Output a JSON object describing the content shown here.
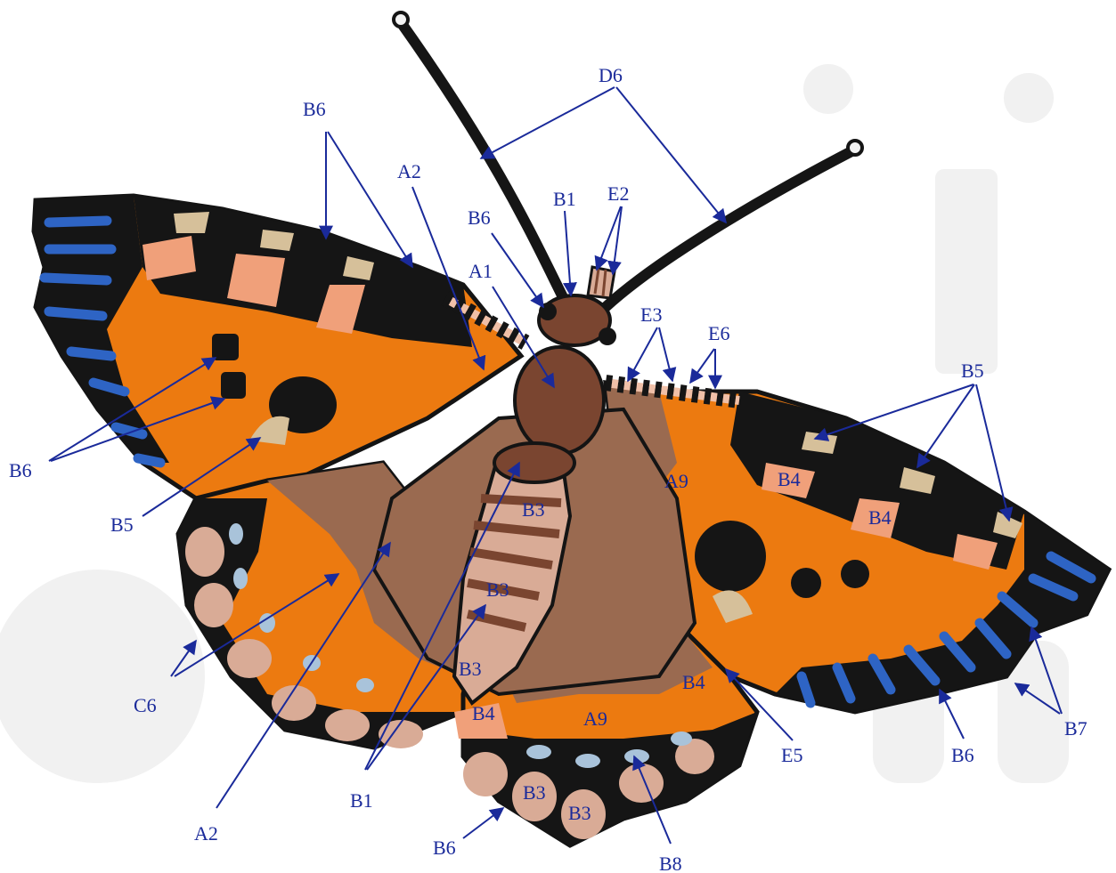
{
  "colors": {
    "annotation": "#1a2a9a",
    "outline": "#141414",
    "orange": "#ec7a10",
    "brown": "#9a6a50",
    "body": "#7a4530",
    "black": "#151515",
    "blue": "#2e64c4",
    "salmon": "#f0a07a",
    "pale": "#d9ab96",
    "lightblue": "#a9c3da",
    "gold": "#d6c09a",
    "watermark": "#f1f1f1"
  },
  "labels": {
    "d6_top": "D6",
    "b6_top": "B6",
    "a2_top": "A2",
    "b6_head": "B6",
    "b1_top": "B1",
    "e2": "E2",
    "a1": "A1",
    "e3": "E3",
    "e6": "E6",
    "b5_right": "B5",
    "b6_left": "B6",
    "b5_left": "B5",
    "a9_right": "A9",
    "b4_r1": "B4",
    "b4_r2": "B4",
    "b3_a": "B3",
    "b3_b": "B3",
    "b3_c": "B3",
    "b4_mid": "B4",
    "b4_center": "B4",
    "a9_bottom": "A9",
    "c6": "C6",
    "a2_bottom": "A2",
    "b1_bottom": "B1",
    "b3_d": "B3",
    "b3_e": "B3",
    "b6_bottom": "B6",
    "b8": "B8",
    "e5": "E5",
    "b6_right": "B6",
    "b7": "B7"
  }
}
